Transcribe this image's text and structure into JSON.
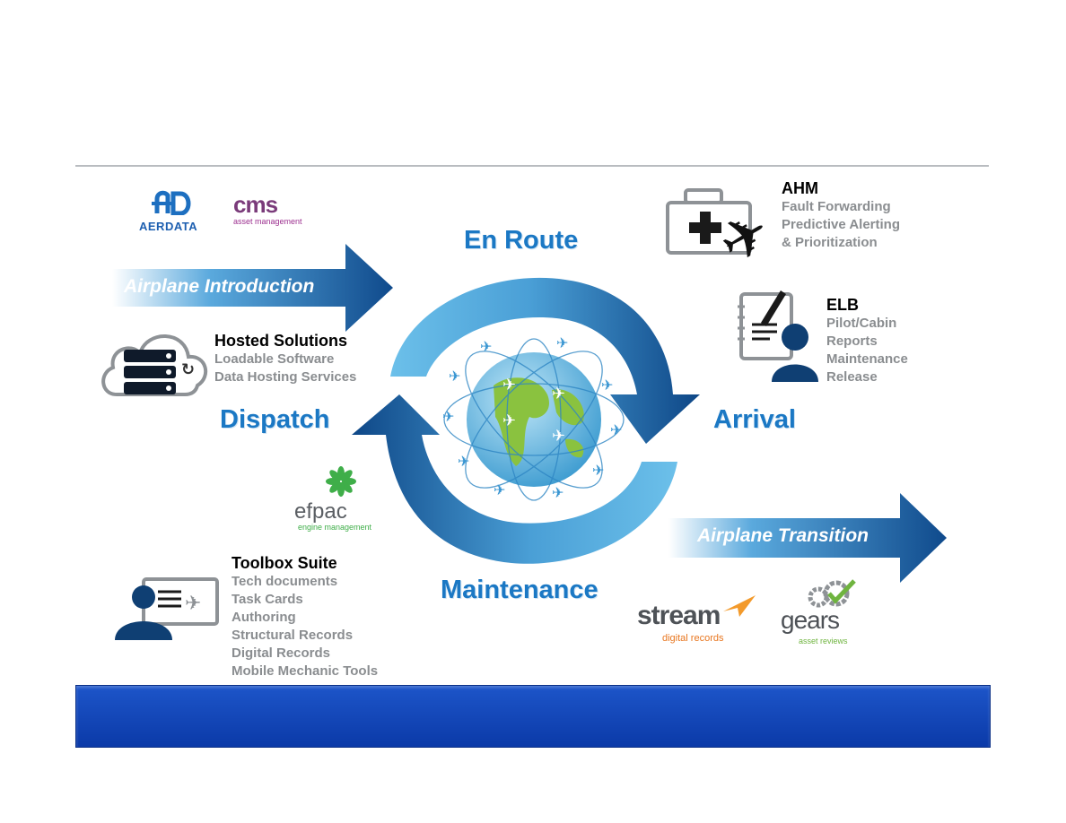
{
  "phases": {
    "en_route": "En Route",
    "arrival": "Arrival",
    "maintenance": "Maintenance",
    "dispatch": "Dispatch"
  },
  "arrows": {
    "introduction": "Airplane Introduction",
    "transition": "Airplane Transition"
  },
  "logos": {
    "aerdata": "AERDATA",
    "cms_main": "cms",
    "cms_sub": "asset management",
    "efpac_main": "efpac",
    "efpac_sub": "engine management",
    "stream_main": "stream",
    "stream_sub": "digital records",
    "gears_main": "gears",
    "gears_sub": "asset reviews"
  },
  "blocks": {
    "hosted": {
      "title": "Hosted Solutions",
      "lines": [
        "Loadable Software",
        "Data Hosting Services"
      ]
    },
    "ahm": {
      "title": "AHM",
      "lines": [
        "Fault Forwarding",
        "Predictive Alerting",
        "& Prioritization"
      ]
    },
    "elb": {
      "title": "ELB",
      "lines": [
        "Pilot/Cabin",
        "Reports",
        "Maintenance",
        "Release"
      ]
    },
    "toolbox": {
      "title": "Toolbox Suite",
      "lines": [
        "Tech documents",
        "Task Cards",
        "Authoring",
        "Structural Records",
        "Digital Records",
        "Mobile Mechanic Tools"
      ]
    }
  },
  "icons": {
    "medical_kit": "medical-kit-airplane-icon",
    "logbook": "logbook-user-icon",
    "cloud_server": "cloud-server-icon",
    "screen_user": "screen-user-icon",
    "globe": "globe-flights-icon"
  },
  "colors": {
    "phase_text": "#1b78c4",
    "cycle_dark": "#0f4c8c",
    "cycle_light": "#5fb6e6",
    "bottom_bar": "#1450c0",
    "gray_text": "#8a8d90"
  }
}
